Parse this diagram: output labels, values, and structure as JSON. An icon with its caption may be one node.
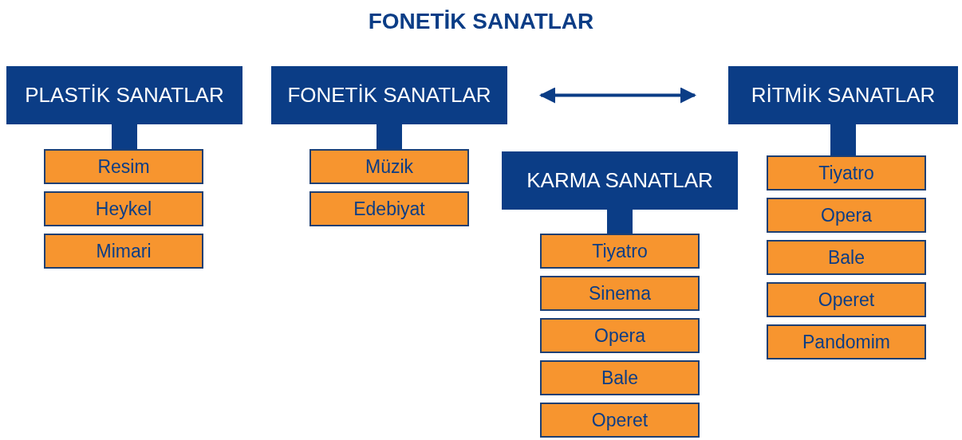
{
  "diagram": {
    "title": "FONETİK SANATLAR",
    "nodes": [
      {
        "text": [
          "PLASTİK SANATLAR"
        ]
      },
      {
        "text": [
          "Resim"
        ]
      },
      {
        "text": [
          "Heykel"
        ]
      },
      {
        "text": [
          "Mimari"
        ]
      },
      {
        "text": [
          "FONETİK SANATLAR"
        ]
      },
      {
        "text": [
          "Müzik"
        ]
      },
      {
        "text": [
          "Edebiyat"
        ]
      },
      {
        "text": [
          "KARMA SANATLAR"
        ]
      },
      {
        "text": [
          "Tiyatro"
        ]
      },
      {
        "text": [
          "Sinema"
        ]
      },
      {
        "text": [
          "Opera"
        ]
      },
      {
        "text": [
          "Bale"
        ]
      },
      {
        "text": [
          "Operet"
        ]
      },
      {
        "text": [
          "RİTMİK SANATLAR"
        ]
      },
      {
        "text": [
          "Tiyatro"
        ]
      },
      {
        "text": [
          "Opera"
        ]
      },
      {
        "text": [
          "Bale"
        ]
      },
      {
        "text": [
          "Operet"
        ]
      },
      {
        "text": [
          "Pandomim"
        ]
      }
    ],
    "edges": [
      {
        "from": 0,
        "to": 1,
        "arrow": "none"
      },
      {
        "from": 4,
        "to": 5,
        "arrow": "none"
      },
      {
        "from": 7,
        "to": 8,
        "arrow": "none"
      },
      {
        "from": 13,
        "to": 14,
        "arrow": "none"
      },
      {
        "from": 4,
        "to": 13,
        "arrow": "both"
      }
    ]
  }
}
